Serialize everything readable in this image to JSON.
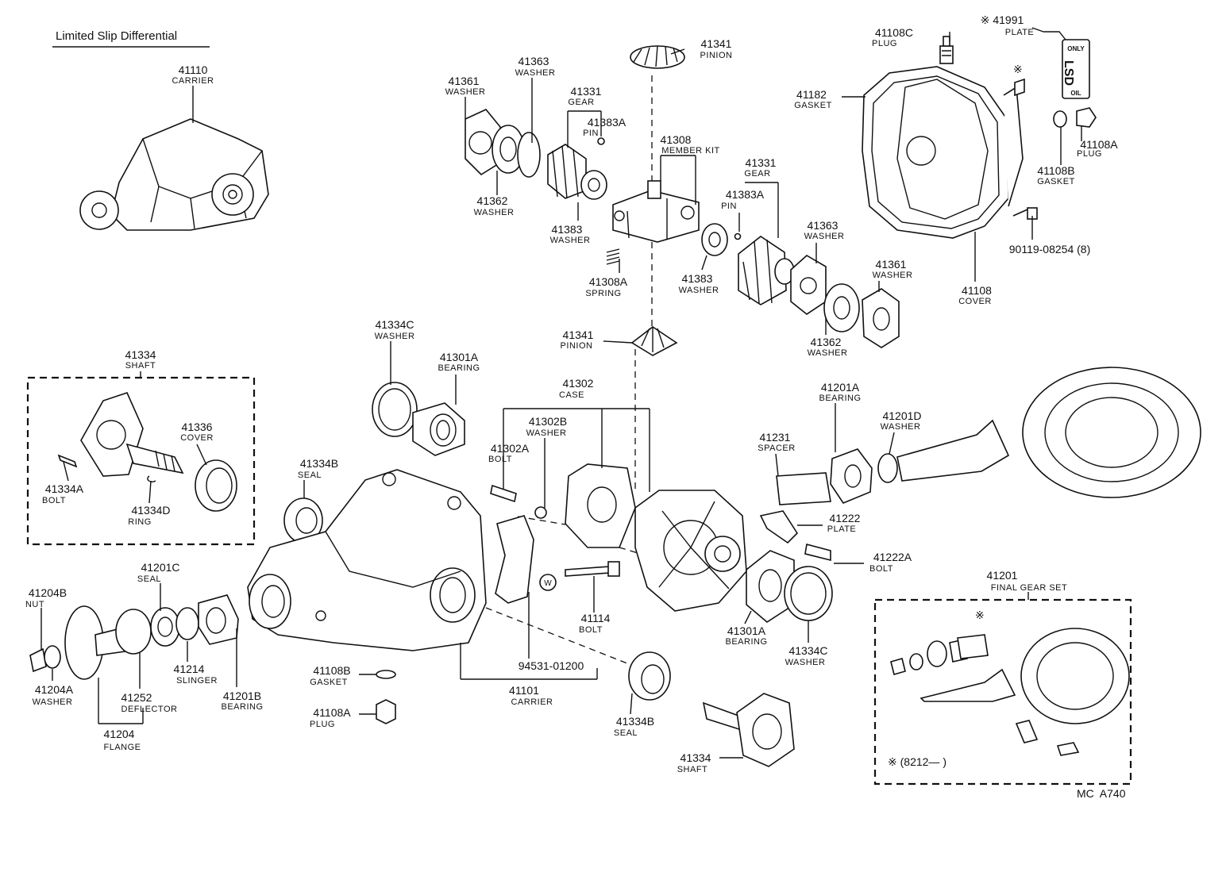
{
  "title": "Limited Slip Differential",
  "footer": {
    "code": "MC  A740",
    "note": "※ (8212—          )"
  },
  "plate_text": {
    "top": "ONLY",
    "main": "LSD",
    "bottom": "OIL"
  },
  "parts": [
    {
      "id": "p41110",
      "num": "41110",
      "name": "CARRIER"
    },
    {
      "id": "p41341a",
      "num": "41341",
      "name": "PINION"
    },
    {
      "id": "p41363a",
      "num": "41363",
      "name": "WASHER"
    },
    {
      "id": "p41361a",
      "num": "41361",
      "name": "WASHER"
    },
    {
      "id": "p41331a",
      "num": "41331",
      "name": "GEAR"
    },
    {
      "id": "p41383Aa",
      "num": "41383A",
      "name": "PIN"
    },
    {
      "id": "p41362a",
      "num": "41362",
      "name": "WASHER"
    },
    {
      "id": "p41383a",
      "num": "41383",
      "name": "WASHER"
    },
    {
      "id": "p41308",
      "num": "41308",
      "name": "MEMBER KIT"
    },
    {
      "id": "p41331b",
      "num": "41331",
      "name": "GEAR"
    },
    {
      "id": "p41383Ab",
      "num": "41383A",
      "name": "PIN"
    },
    {
      "id": "p41308A",
      "num": "41308A",
      "name": "SPRING"
    },
    {
      "id": "p41383b",
      "num": "41383",
      "name": "WASHER"
    },
    {
      "id": "p41363b",
      "num": "41363",
      "name": "WASHER"
    },
    {
      "id": "p41361b",
      "num": "41361",
      "name": "WASHER"
    },
    {
      "id": "p41362b",
      "num": "41362",
      "name": "WASHER"
    },
    {
      "id": "p41341b",
      "num": "41341",
      "name": "PINION"
    },
    {
      "id": "p41108C",
      "num": "41108C",
      "name": "PLUG"
    },
    {
      "id": "p41991",
      "num": "※ 41991",
      "name": "PLATE"
    },
    {
      "id": "p41182",
      "num": "41182",
      "name": "GASKET"
    },
    {
      "id": "p41108Aa",
      "num": "41108A",
      "name": "PLUG"
    },
    {
      "id": "p41108Ba",
      "num": "41108B",
      "name": "GASKET"
    },
    {
      "id": "p90119",
      "num": "90119-08254 (8)",
      "name": ""
    },
    {
      "id": "p41108",
      "num": "41108",
      "name": "COVER"
    },
    {
      "id": "p41334a",
      "num": "41334",
      "name": "SHAFT"
    },
    {
      "id": "p41336",
      "num": "41336",
      "name": "COVER"
    },
    {
      "id": "p41334A",
      "num": "41334A",
      "name": "BOLT"
    },
    {
      "id": "p41334D",
      "num": "41334D",
      "name": "RING"
    },
    {
      "id": "p41334Ca",
      "num": "41334C",
      "name": "WASHER"
    },
    {
      "id": "p41301Aa",
      "num": "41301A",
      "name": "BEARING"
    },
    {
      "id": "p41334Ba",
      "num": "41334B",
      "name": "SEAL"
    },
    {
      "id": "p41302",
      "num": "41302",
      "name": "CASE"
    },
    {
      "id": "p41302B",
      "num": "41302B",
      "name": "WASHER"
    },
    {
      "id": "p41302A",
      "num": "41302A",
      "name": "BOLT"
    },
    {
      "id": "p41201A",
      "num": "41201A",
      "name": "BEARING"
    },
    {
      "id": "p41201D",
      "num": "41201D",
      "name": "WASHER"
    },
    {
      "id": "p41231",
      "num": "41231",
      "name": "SPACER"
    },
    {
      "id": "p41222",
      "num": "41222",
      "name": "PLATE"
    },
    {
      "id": "p41222A",
      "num": "41222A",
      "name": "BOLT"
    },
    {
      "id": "p41201C",
      "num": "41201C",
      "name": "SEAL"
    },
    {
      "id": "p41204B",
      "num": "41204B",
      "name": "NUT"
    },
    {
      "id": "p41214",
      "num": "41214",
      "name": "SLINGER"
    },
    {
      "id": "p41201B",
      "num": "41201B",
      "name": "BEARING"
    },
    {
      "id": "p41204A",
      "num": "41204A",
      "name": "WASHER"
    },
    {
      "id": "p41252",
      "num": "41252",
      "name": "DEFLECTOR"
    },
    {
      "id": "p41204",
      "num": "41204",
      "name": "FLANGE"
    },
    {
      "id": "p41114",
      "num": "41114",
      "name": "BOLT"
    },
    {
      "id": "p94531",
      "num": "94531-01200",
      "name": ""
    },
    {
      "id": "p41101",
      "num": "41101",
      "name": "CARRIER"
    },
    {
      "id": "p41108Bb",
      "num": "41108B",
      "name": "GASKET"
    },
    {
      "id": "p41108Ab",
      "num": "41108A",
      "name": "PLUG"
    },
    {
      "id": "p41301Ab",
      "num": "41301A",
      "name": "BEARING"
    },
    {
      "id": "p41334Cb",
      "num": "41334C",
      "name": "WASHER"
    },
    {
      "id": "p41334Bb",
      "num": "41334B",
      "name": "SEAL"
    },
    {
      "id": "p41334b",
      "num": "41334",
      "name": "SHAFT"
    },
    {
      "id": "p41201",
      "num": "41201",
      "name": "FINAL GEAR SET"
    }
  ]
}
